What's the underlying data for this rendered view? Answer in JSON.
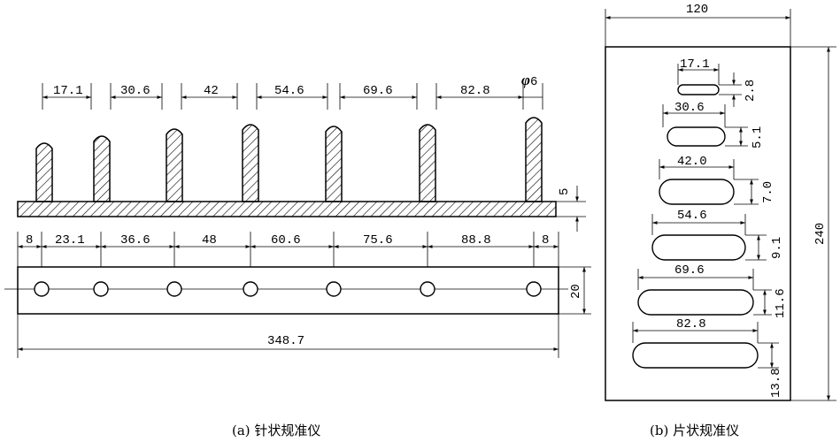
{
  "needle_gauge": {
    "pin_spacings": [
      "17.1",
      "30.6",
      "42",
      "54.6",
      "69.6",
      "82.8"
    ],
    "pin_diameter": "6",
    "pin_diameter_symbol": "φ",
    "base_thickness": "5",
    "hole_spacings": [
      "8",
      "23.1",
      "36.6",
      "48",
      "60.6",
      "75.6",
      "88.8",
      "8"
    ],
    "plate_width": "20",
    "total_length": "348.7",
    "caption": "(a) 针状规准仪"
  },
  "flake_gauge": {
    "width": "120",
    "height": "240",
    "slots": [
      {
        "length": "17.1",
        "width": "2.8"
      },
      {
        "length": "30.6",
        "width": "5.1"
      },
      {
        "length": "42.0",
        "width": "7.0"
      },
      {
        "length": "54.6",
        "width": "9.1"
      },
      {
        "length": "69.6",
        "width": "11.6"
      },
      {
        "length": "82.8",
        "width": "13.8"
      }
    ],
    "caption": "(b) 片状规准仪"
  }
}
